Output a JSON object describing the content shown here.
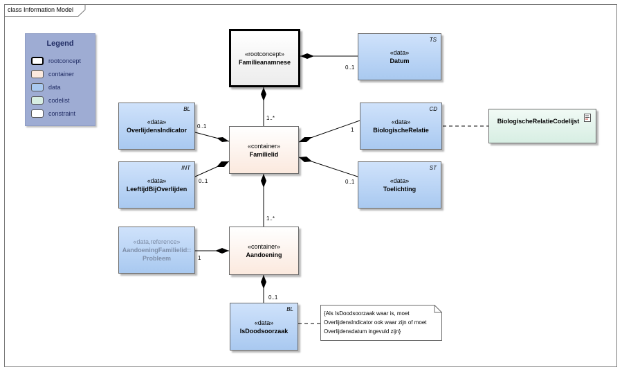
{
  "frame": {
    "title": "class Information Model"
  },
  "legend": {
    "title": "Legend",
    "items": [
      {
        "label": "rootconcept",
        "color": "#ffffff",
        "border": "#000000"
      },
      {
        "label": "container",
        "color": "#fbe9de",
        "border": "#555555"
      },
      {
        "label": "data",
        "color": "#a9c9f0",
        "border": "#555555"
      },
      {
        "label": "codelist",
        "color": "#d7eee3",
        "border": "#555555"
      },
      {
        "label": "constraint",
        "color": "#ffffff",
        "border": "#555555"
      }
    ]
  },
  "classes": {
    "familieanamnese": {
      "stereotype": "«rootconcept»",
      "name": "Familieanamnese"
    },
    "datum": {
      "stereotype": "«data»",
      "name": "Datum",
      "tag": "TS"
    },
    "overlijdensindicator": {
      "stereotype": "«data»",
      "name": "OverlijdensIndicator",
      "tag": "BL"
    },
    "familielid": {
      "stereotype": "«container»",
      "name": "Familielid"
    },
    "biologischerelatie": {
      "stereotype": "«data»",
      "name": "BiologischeRelatie",
      "tag": "CD"
    },
    "biologischerelatiecodelijst": {
      "name": "BiologischeRelatieCodelijst"
    },
    "leeftijdbijoverlijden": {
      "stereotype": "«data»",
      "name": "LeeftijdBijOverlijden",
      "tag": "INT"
    },
    "toelichting": {
      "stereotype": "«data»",
      "name": "Toelichting",
      "tag": "ST"
    },
    "aandoeningfamilielid": {
      "stereotype": "«data,reference»",
      "name_line1": "AandoeningFamilielid::",
      "name_line2": "Probleem"
    },
    "aandoening": {
      "stereotype": "«container»",
      "name": "Aandoening"
    },
    "isdoodsoorzaak": {
      "stereotype": "«data»",
      "name": "IsDoodsoorzaak",
      "tag": "BL"
    }
  },
  "multiplicities": {
    "datum": "0..1",
    "familielid_top": "1..*",
    "overlijdensindicator": "0..1",
    "biologischerelatie": "1",
    "leeftijdbijoverlijden": "0..1",
    "toelichting": "0..1",
    "aandoening_top": "1..*",
    "aandoeningfamilielid": "1",
    "isdoodsoorzaak": "0..1"
  },
  "note": {
    "lines": [
      "{Als IsDoodsoorzaak waar is, moet",
      "OverlijdensIndicator ook waar zijn of moet",
      "Overlijdensdatum ingevuld zijn}"
    ]
  }
}
